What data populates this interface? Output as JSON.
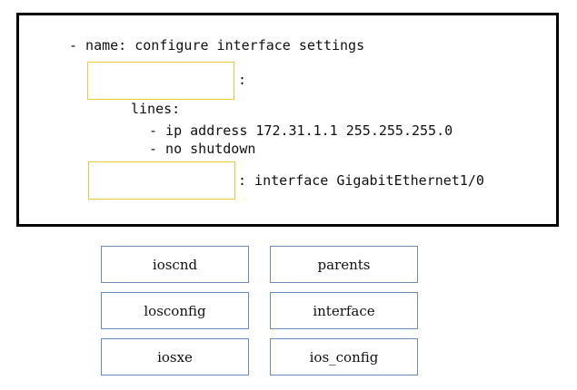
{
  "code": {
    "line_name": "- name: configure interface settings",
    "blank1_suffix": ":",
    "line_lines": "lines:",
    "line_ip": "- ip address 172.31.1.1 255.255.255.0",
    "line_shutdown": "- no shutdown",
    "blank2_suffix": ": interface GigabitEthernet1/0"
  },
  "options": {
    "iosend": "ioscnd",
    "parents": "parents",
    "iosconfig": "losconfig",
    "interface": "interface",
    "iosxe": "iosxe",
    "ios_config": "ios_config"
  },
  "colors": {
    "drop_border": "#e5cf36",
    "option_border": "#6e8cb6",
    "panel_border": "#000000"
  }
}
